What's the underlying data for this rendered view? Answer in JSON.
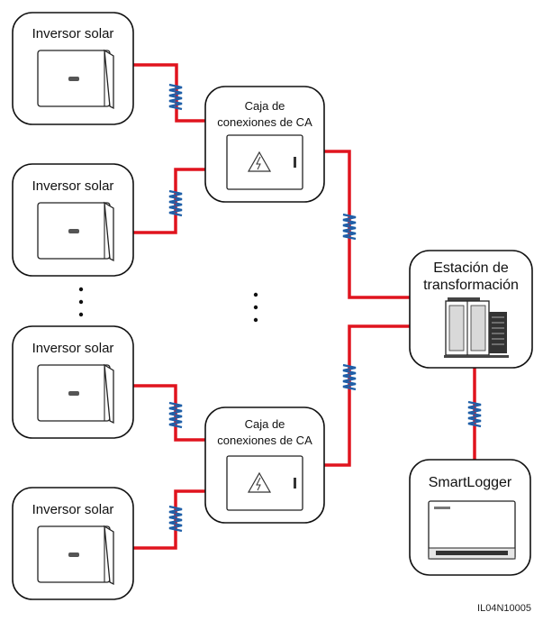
{
  "inverters": [
    {
      "label": "Inversor solar"
    },
    {
      "label": "Inversor solar"
    },
    {
      "label": "Inversor solar"
    },
    {
      "label": "Inversor solar"
    }
  ],
  "combiner_boxes": [
    {
      "line1": "Caja de",
      "line2": "conexiones de CA"
    },
    {
      "line1": "Caja de",
      "line2": "conexiones de CA"
    }
  ],
  "transformer": {
    "line1": "Estación de",
    "line2": "transformación"
  },
  "smartlogger": {
    "label": "SmartLogger"
  },
  "figure_id": "IL04N10005",
  "colors": {
    "cable": "#e0141e",
    "coil": "#1f5fa8",
    "outline": "#111111"
  }
}
